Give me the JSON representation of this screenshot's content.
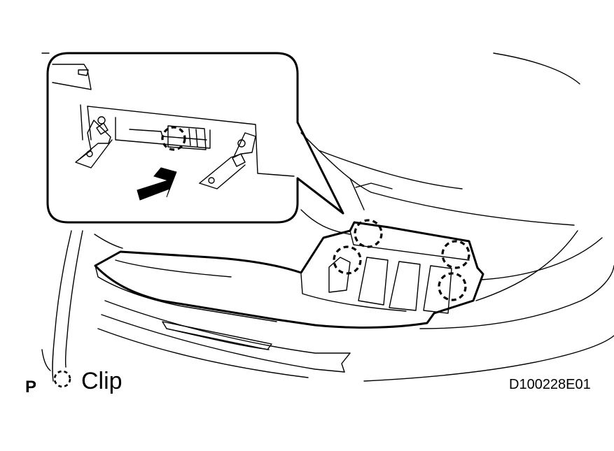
{
  "figure": {
    "marker": "P",
    "figure_code": "D100228E01",
    "legend": {
      "icon": "dashed-circle-icon",
      "label": "Clip"
    },
    "callouts": {
      "clip_count_main": 4,
      "clip_count_inset": 1,
      "arrow": "removal-direction-arrow"
    }
  }
}
